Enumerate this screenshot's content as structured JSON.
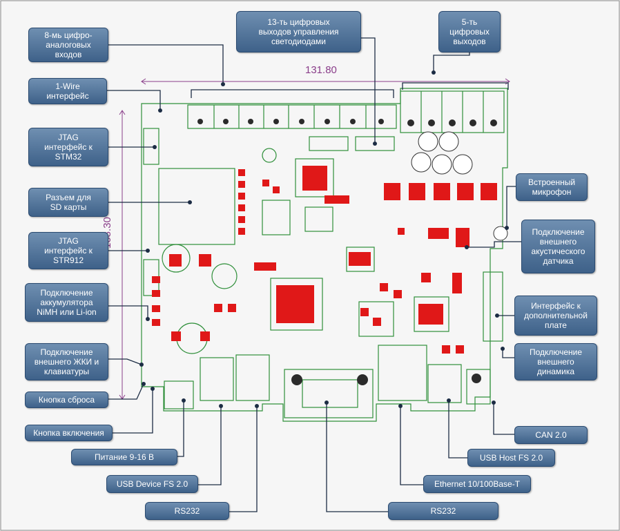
{
  "dimensions": {
    "width": "131.80",
    "height": "103.30"
  },
  "labels": {
    "dac_inputs": "8-мь цифро-\nаналоговых\nвходов",
    "led_outputs": "13-ть цифровых\nвыходов управления\nсветодиодами",
    "digital_outputs": "5-ть\nцифровых\nвыходов",
    "one_wire": "1-Wire\nинтерфейс",
    "jtag_stm32": "JTAG\nинтерфейс к\nSTM32",
    "sd_card": "Разъем для\nSD карты",
    "jtag_str912": "JTAG\nинтерфейс к\nSTR912",
    "battery": "Подключение\nаккумулятора\nNiMH или Li-ion",
    "lcd_keyboard": "Подключение\nвнешнего ЖКИ и\nклавиатуры",
    "reset_button": "Кнопка сброса",
    "power_button": "Кнопка включения",
    "power_supply": "Питание 9-16 В",
    "usb_device": "USB Device FS 2.0",
    "rs232_left": "RS232",
    "rs232_right": "RS232",
    "microphone": "Встроенный\nмикрофон",
    "acoustic_sensor": "Подключение\nвнешнего\nакустического\nдатчика",
    "extension_board": "Интерфейс к\nдополнительной\nплате",
    "speaker": "Подключение\nвнешнего\nдинамика",
    "can": "CAN 2.0",
    "usb_host": "USB Host FS 2.0",
    "ethernet": "Ethernet 10/100Base-T"
  },
  "colors": {
    "label_fill_top": "#6f8fb1",
    "label_fill_bottom": "#3e6189",
    "label_text": "#ffffff",
    "leader_line": "#1c2c44",
    "dimension": "#8a3e8a",
    "pcb_outline": "#2f8f3a",
    "component_red": "#e01818"
  }
}
